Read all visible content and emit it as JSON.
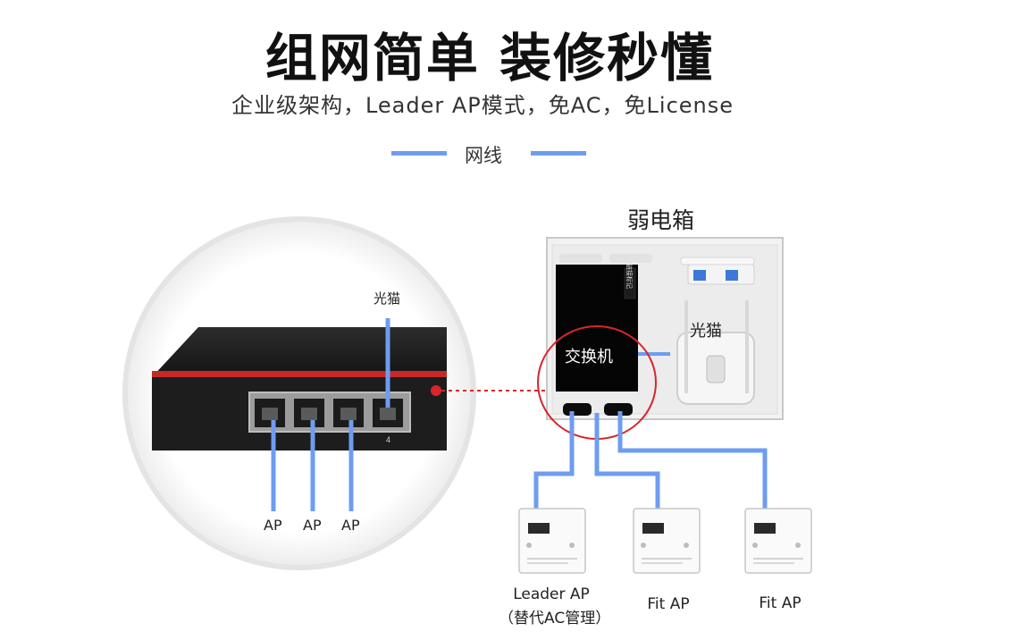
{
  "header": {
    "title": "组网简单  装修秒懂",
    "subtitle": "企业级架构，Leader AP模式，免AC，免License"
  },
  "legend": {
    "label": "网线",
    "color": "#6e9cf0"
  },
  "switch_closeup": {
    "uplink_label": "光猫",
    "port_number": "4",
    "ap_labels": [
      "AP",
      "AP",
      "AP"
    ]
  },
  "cabinet": {
    "title": "弱电箱",
    "switch_label": "交换机",
    "modem_label": "光猫",
    "device_sticker": "链接标记"
  },
  "access_points": [
    {
      "line1": "Leader AP",
      "line2": "（替代AC管理）"
    },
    {
      "line1": "Fit AP",
      "line2": ""
    },
    {
      "line1": "Fit AP",
      "line2": ""
    }
  ],
  "colors": {
    "cable": "#6e9cf0",
    "highlight": "#d9252a",
    "switch_body": "#1b1b1b"
  }
}
